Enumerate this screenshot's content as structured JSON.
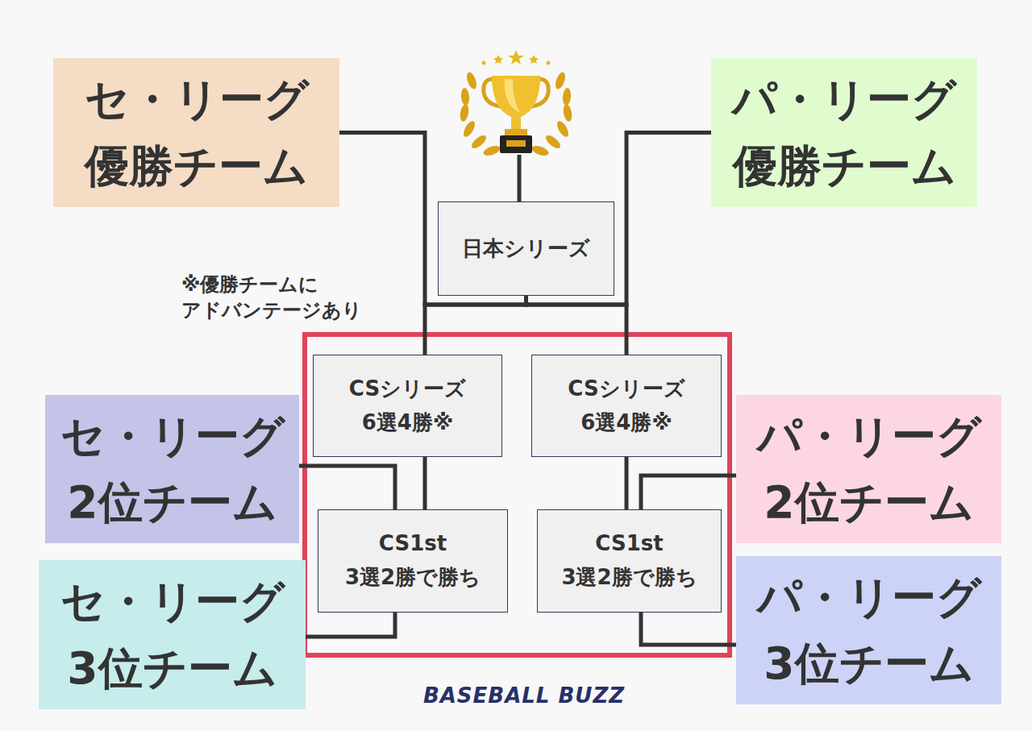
{
  "diagram": {
    "nodes": [
      {
        "text": [
          "セ・リーグ 優勝チーム"
        ]
      },
      {
        "text": [
          "パ・リーグ 優勝チーム"
        ]
      },
      {
        "text": [
          "日本シリーズ"
        ]
      },
      {
        "text": [
          "CSシリーズ 6選4勝※"
        ]
      },
      {
        "text": [
          "CSシリーズ 6選4勝※"
        ]
      },
      {
        "text": [
          "CS1st 3選2勝で勝ち"
        ]
      },
      {
        "text": [
          "CS1st 3選2勝で勝ち"
        ]
      },
      {
        "text": [
          "セ・リーグ 2位チーム"
        ]
      },
      {
        "text": [
          "パ・リーグ 2位チーム"
        ]
      },
      {
        "text": [
          "セ・リーグ 3位チーム"
        ]
      },
      {
        "text": [
          "パ・リーグ 3位チーム"
        ]
      }
    ],
    "edges": [
      {
        "from": 0,
        "to": 2,
        "arrow": "none"
      },
      {
        "from": 1,
        "to": 2,
        "arrow": "none"
      },
      {
        "from": 3,
        "to": 2,
        "arrow": "none"
      },
      {
        "from": 4,
        "to": 2,
        "arrow": "none"
      },
      {
        "from": 5,
        "to": 3,
        "arrow": "none"
      },
      {
        "from": 6,
        "to": 4,
        "arrow": "none"
      },
      {
        "from": 7,
        "to": 5,
        "arrow": "none"
      },
      {
        "from": 9,
        "to": 5,
        "arrow": "none"
      },
      {
        "from": 8,
        "to": 6,
        "arrow": "none"
      },
      {
        "from": 10,
        "to": 6,
        "arrow": "none"
      }
    ],
    "labels": [
      "※優勝チームに アドバンテージあり",
      "BASEBALL BUZZ"
    ]
  }
}
